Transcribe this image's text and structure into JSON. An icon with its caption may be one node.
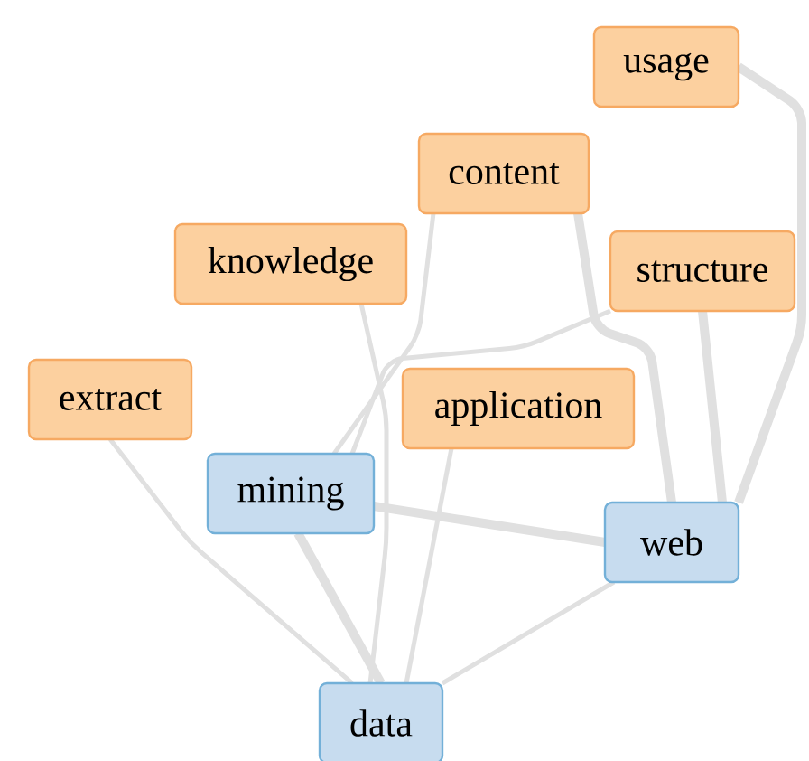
{
  "diagram": {
    "nodes": [
      {
        "text": [
          "usage"
        ]
      },
      {
        "text": [
          "content"
        ]
      },
      {
        "text": [
          "knowledge"
        ]
      },
      {
        "text": [
          "structure"
        ]
      },
      {
        "text": [
          "extract"
        ]
      },
      {
        "text": [
          "application"
        ]
      },
      {
        "text": [
          "mining"
        ]
      },
      {
        "text": [
          "web"
        ]
      },
      {
        "text": [
          "data"
        ]
      }
    ],
    "edges": [
      {
        "from": 0,
        "to": 7,
        "arrow": "none",
        "style": "thick"
      },
      {
        "from": 1,
        "to": 7,
        "arrow": "none",
        "style": "thick"
      },
      {
        "from": 1,
        "to": 6,
        "arrow": "none"
      },
      {
        "from": 2,
        "to": 8,
        "arrow": "none"
      },
      {
        "from": 3,
        "to": 6,
        "arrow": "none"
      },
      {
        "from": 3,
        "to": 7,
        "arrow": "none",
        "style": "thick"
      },
      {
        "from": 4,
        "to": 8,
        "arrow": "none"
      },
      {
        "from": 5,
        "to": 8,
        "arrow": "none"
      },
      {
        "from": 6,
        "to": 7,
        "arrow": "none",
        "style": "thick"
      },
      {
        "from": 6,
        "to": 8,
        "arrow": "none",
        "style": "thick"
      },
      {
        "from": 7,
        "to": 8,
        "arrow": "none"
      }
    ]
  }
}
